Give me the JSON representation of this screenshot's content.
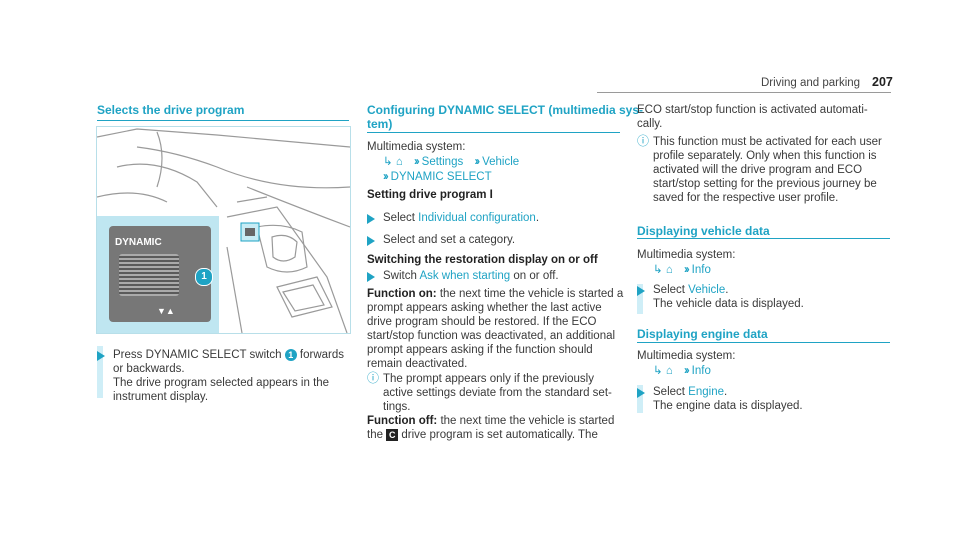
{
  "header": {
    "running_title": "Driving and parking",
    "page_number": "207"
  },
  "col1": {
    "title": "Selects the drive program",
    "step": "Press DYNAMIC SELECT switch",
    "step_badge": "1",
    "step_tail": "forwards",
    "step_line2": "or backwards.",
    "step_line3": "The drive program selected appears in the",
    "step_line4": "instrument display.",
    "image_label": "DYNAMIC",
    "image_badge": "1",
    "image_arrows": "▼▲"
  },
  "col2": {
    "title_line1": "Configuring DYNAMIC SELECT (multimedia sys‐",
    "title_line2": "tem)",
    "multimedia": "Multimedia system:",
    "path1_settings": "Settings",
    "path1_vehicle": "Vehicle",
    "path2": "DYNAMIC SELECT",
    "sub1": "Setting drive program I",
    "select_prefix": "Select",
    "select_link": "Individual configuration",
    "select_suffix": ".",
    "set_category": "Select and set a category.",
    "sub2": "Switching the restoration display on or off",
    "switch_prefix": "Switch",
    "switch_link": "Ask when starting",
    "switch_suffix": "on or off.",
    "fon_label": "Function on:",
    "fon_l1": "the next time the vehicle is started a",
    "fon_l2": "prompt appears asking whether the last active",
    "fon_l3": "drive program should be restored. If the ECO",
    "fon_l4": "start/stop function was deactivated, an additional",
    "fon_l5": "prompt appears asking if the function should",
    "fon_l6": "remain deactivated.",
    "note_l1": "The prompt appears only if the previously",
    "note_l2": "active settings deviate from the standard set‐",
    "note_l3": "tings.",
    "foff_label": "Function off:",
    "foff_l1": "the next time the vehicle is started",
    "foff_l2a": "the",
    "foff_badge": "C",
    "foff_l2b": "drive program is set automatically. The"
  },
  "col3": {
    "eco_l1": "ECO start/stop function is activated automati‐",
    "eco_l2": "cally.",
    "note_l1": "This function must be activated for each user",
    "note_l2": "profile separately. Only when this function is",
    "note_l3": "activated will the drive program and ECO",
    "note_l4": "start/stop setting for the previous journey be",
    "note_l5": "saved for the respective user profile.",
    "title2": "Displaying vehicle data",
    "multimedia2": "Multimedia system:",
    "path_info": "Info",
    "sel_prefix": "Select",
    "sel_vehicle": "Vehicle",
    "sel_suffix": ".",
    "vehicle_desc": "The vehicle data is displayed.",
    "title3": "Displaying engine data",
    "multimedia3": "Multimedia system:",
    "path_info3": "Info",
    "sel_engine": "Engine",
    "engine_desc": "The engine data is displayed."
  }
}
